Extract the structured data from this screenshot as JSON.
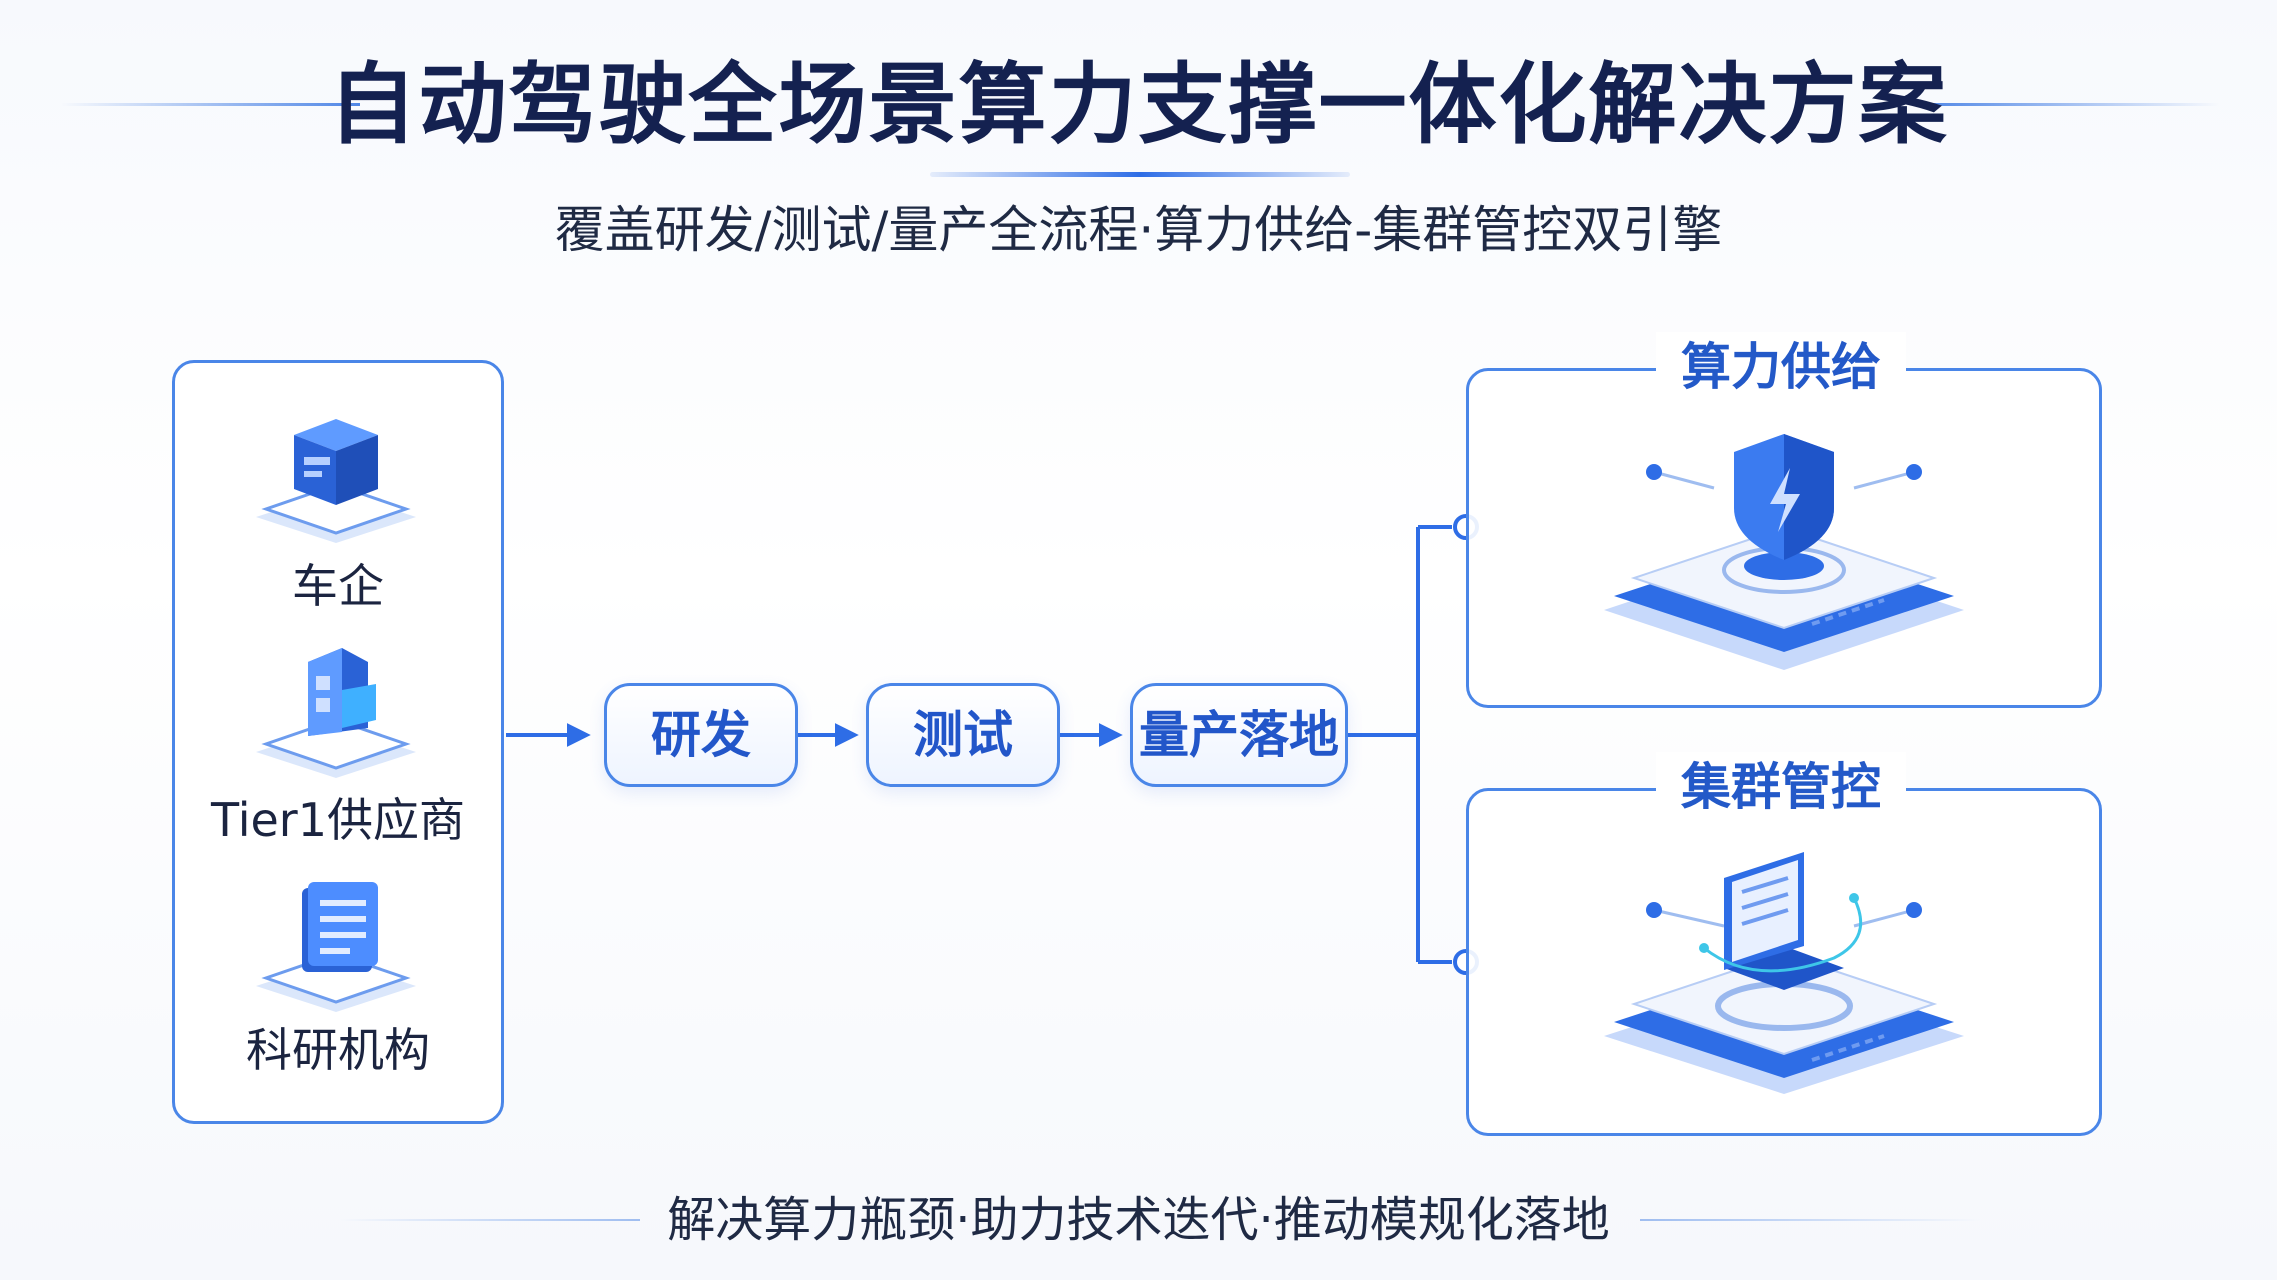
{
  "title": "自动驾驶全场景算力支撑一体化解决方案",
  "subtitle": "覆盖研发/测试/量产全流程·算力供给-集群管控双引擎",
  "customers": [
    {
      "label": "车企",
      "icon": "server-box-icon"
    },
    {
      "label": "Tier1供应商",
      "icon": "building-icon"
    },
    {
      "label": "科研机构",
      "icon": "document-icon"
    }
  ],
  "stages": [
    "研发",
    "测试",
    "量产落地"
  ],
  "engines": [
    {
      "title": "算力供给",
      "icon": "shield-lightning-platform-icon"
    },
    {
      "title": "集群管控",
      "icon": "laptop-dashboard-platform-icon"
    }
  ],
  "footer": "解决算力瓶颈·助力技术迭代·推动模规化落地",
  "colors": {
    "accent": "#2e6de6",
    "border": "#4a86e8",
    "title": "#142150"
  }
}
